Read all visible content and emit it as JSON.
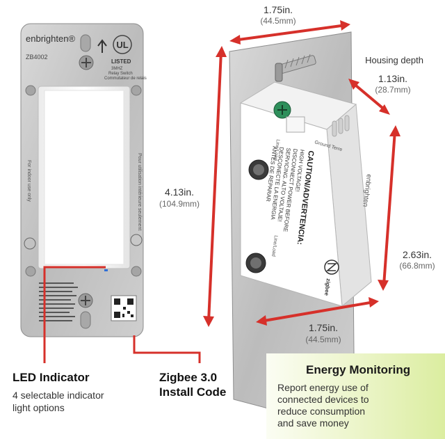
{
  "front": {
    "brand": "enbrighten®",
    "model": "ZB4002",
    "listing_mark": "LISTED",
    "listing_code": "3MHZ",
    "product_type_en": "Relay Switch",
    "product_type_fr": "Commutateur de relais",
    "side_text_right": "Pour utilisation intérieure seulement",
    "side_text_left": "For indoor use only"
  },
  "housing": {
    "brand": "enbrighten",
    "warning_title": "CAUTION/ADVERTENCIA:",
    "warning_lines": [
      "HIGH VOLTAGE!",
      "DISCONNECT POWER BEFORE",
      "SERVICING. ALTO VOLTAJE!",
      "DESCONECTE LA ENERGIA",
      "ANTES DE REPARAR"
    ],
    "terminal_top": "Line/Load",
    "terminal_bottom": "Line/Load",
    "ground_label": "Ground Terre",
    "zigbee_label": "zigbee"
  },
  "dimensions": {
    "top_width": {
      "main": "1.75in.",
      "sub": "(44.5mm)"
    },
    "housing_depth_label": "Housing depth",
    "depth": {
      "main": "1.13in.",
      "sub": "(28.7mm)"
    },
    "height": {
      "main": "4.13in.",
      "sub": "(104.9mm)"
    },
    "housing_height": {
      "main": "2.63in.",
      "sub": "(66.8mm)"
    },
    "bottom_width": {
      "main": "1.75in.",
      "sub": "(44.5mm)"
    }
  },
  "features": {
    "led": {
      "title": "LED Indicator",
      "desc_line1": "4 selectable indicator",
      "desc_line2": "light options"
    },
    "zigbee": {
      "title_line1": "Zigbee 3.0",
      "title_line2": "Install Code"
    },
    "energy": {
      "title": "Energy Monitoring",
      "desc_line1": "Report energy use of",
      "desc_line2": "connected devices to",
      "desc_line3": "reduce consumption",
      "desc_line4": "and save money"
    }
  },
  "colors": {
    "accent_red": "#d6302a",
    "energy_green": "#7ab22f"
  }
}
